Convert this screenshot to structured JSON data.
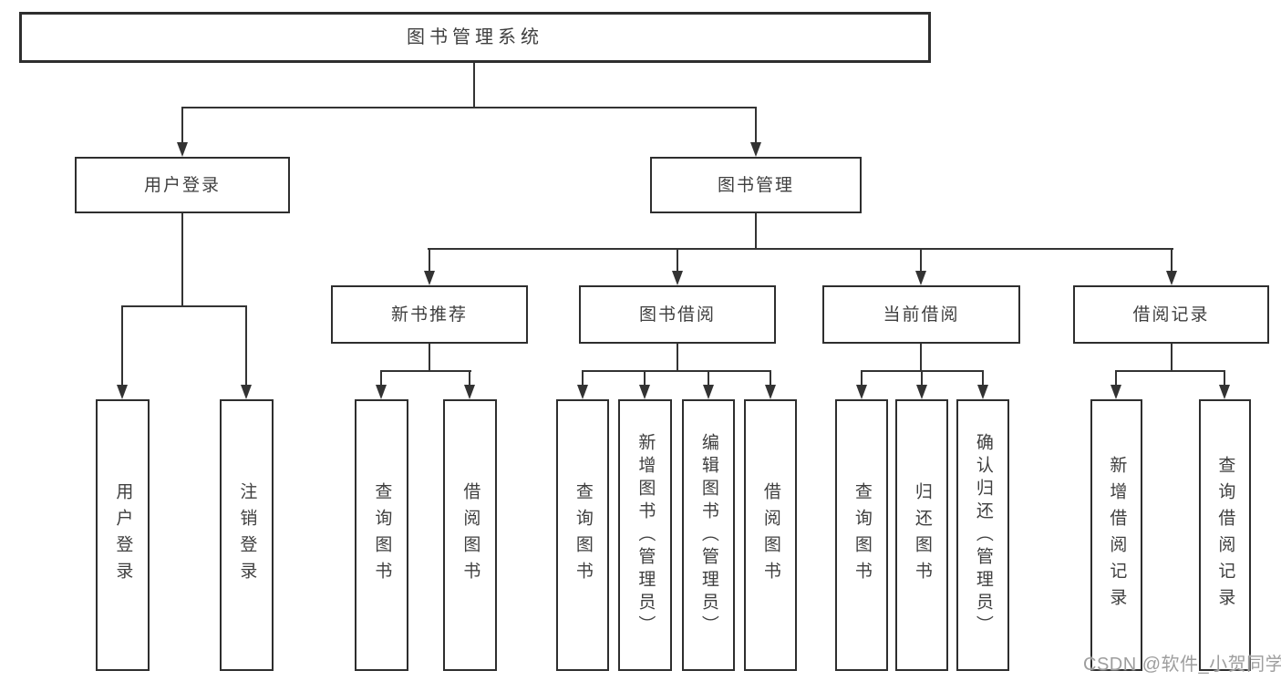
{
  "diagram": {
    "title": "图书管理系统",
    "watermark": "CSDN @软件_小贺同学",
    "colors": {
      "line": "#333333",
      "box_border": "#2e2e2e",
      "box_background": "#ffffff",
      "text": "#3f3f3f",
      "watermark": "#9e9e9e"
    },
    "nodes": {
      "root": "图书管理系统",
      "user_login": "用户登录",
      "book_management": "图书管理",
      "new_book_recommend": "新书推荐",
      "book_borrow": "图书借阅",
      "current_borrow": "当前借阅",
      "borrow_records": "借阅记录",
      "leaf_user_login": "用户登录",
      "leaf_logout": "注销登录",
      "leaf_rec_query_books": "查询图书",
      "leaf_rec_borrow_books": "借阅图书",
      "leaf_bb_query_books": "查询图书",
      "leaf_bb_add_books": "新增图书（管理员）",
      "leaf_bb_edit_books": "编辑图书（管理员）",
      "leaf_bb_borrow_books": "借阅图书",
      "leaf_cb_query_books": "查询图书",
      "leaf_cb_return_books": "归还图书",
      "leaf_cb_confirm_return": "确认归还（管理员）",
      "leaf_br_add_record": "新增借阅记录",
      "leaf_br_query_record": "查询借阅记录"
    }
  }
}
